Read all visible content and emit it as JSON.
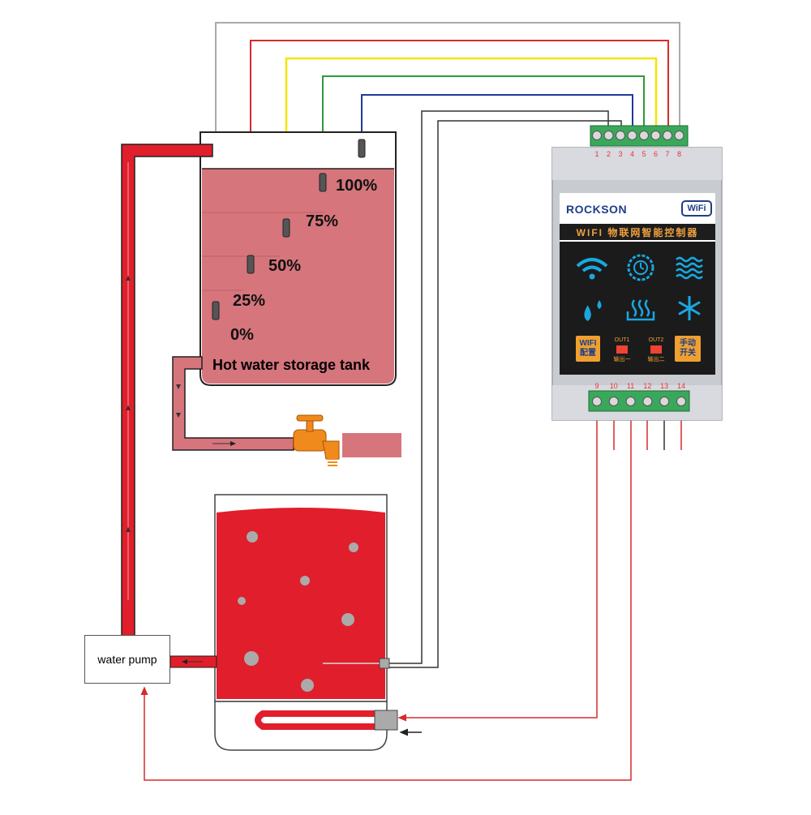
{
  "tank": {
    "title": "Hot water storage tank",
    "levels": [
      "0%",
      "25%",
      "50%",
      "75%",
      "100%"
    ]
  },
  "pump": {
    "label": "water pump"
  },
  "controller": {
    "brand": "ROCKSON",
    "wifi_badge": "WiFi",
    "subtitle": "WIFI 物联网智能控制器",
    "wifi_button": "WIFI\n配置",
    "out1": "OUT1",
    "out1_sub": "输出一",
    "out2": "OUT2",
    "out2_sub": "输出二",
    "manual_button": "手动\n开关",
    "top_terminals": [
      "1",
      "2",
      "3",
      "4",
      "5",
      "6",
      "7",
      "8"
    ],
    "bottom_terminals": [
      "9",
      "10",
      "11",
      "12",
      "13",
      "14"
    ],
    "icons": [
      "wifi-icon",
      "clock-icon",
      "water-waves-icon",
      "water-drops-icon",
      "heating-icon",
      "snowflake-icon"
    ]
  },
  "colors": {
    "tank_water": "#d6757c",
    "boiler_red": "#e11e2b",
    "wire_gray": "#aaaaaa",
    "wire_red": "#d62b2b",
    "wire_yellow": "#f2e600",
    "wire_green": "#2e9a3a",
    "wire_blue": "#1f3a9a",
    "wire_black": "#333333",
    "terminal_green": "#3aa85a",
    "panel_black": "#1b1b1b",
    "accent_orange": "#f0a030",
    "icon_blue": "#1aa7e0"
  }
}
